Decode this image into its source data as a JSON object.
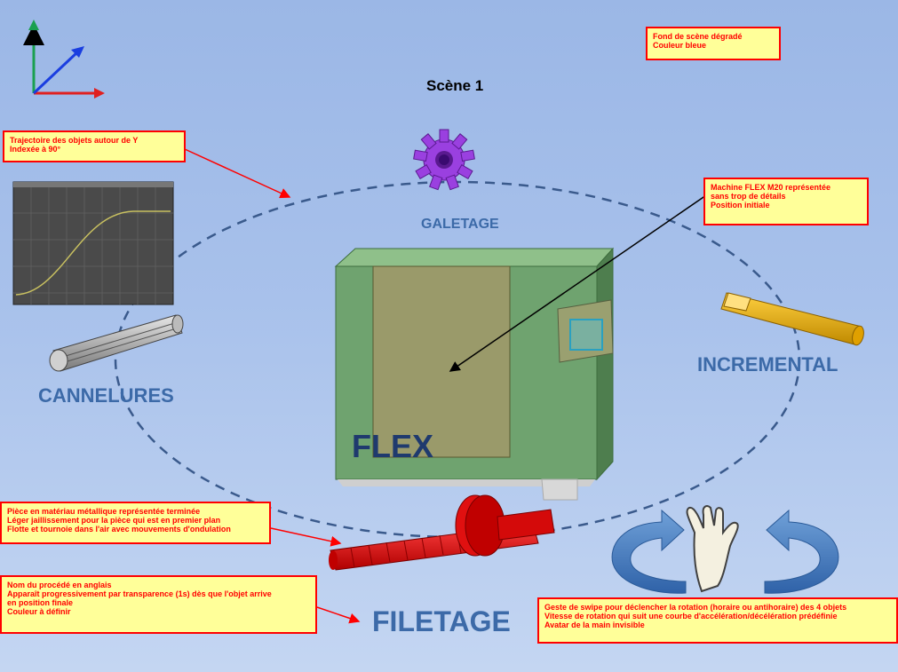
{
  "title": "Scène 1",
  "process_labels": {
    "galetage": "GALETAGE",
    "incremental": "INCREMENTAL",
    "cannelures": "CANNELURES",
    "filetage": "FILETAGE"
  },
  "machine_logo": "FLEX",
  "notes": {
    "background": [
      "Fond de scène dégradé",
      "Couleur bleue"
    ],
    "trajectory": [
      "Trajectoire des objets autour de Y",
      "Indexée à 90°"
    ],
    "machine": [
      "Machine FLEX M20 représentée",
      "sans trop de détails",
      "Position initiale"
    ],
    "part": [
      "Pièce en matériau métallique représentée terminée",
      "Léger jaillissement pour la pièce qui est en premier plan",
      "Flotte et tournoie dans l'air avec mouvements d'ondulation"
    ],
    "process_name": [
      "Nom du procédé en anglais",
      "Apparaît progressivement par transparence (1s) dès que l'objet arrive",
      "en position finale",
      "Couleur à définir"
    ],
    "swipe": [
      "Geste de swipe pour déclencher la rotation (horaire ou antihoraire) des 4 objets",
      "Vitesse de rotation qui suit une courbe d'accélération/décélération prédéfinie",
      "Avatar de la main invisible"
    ]
  },
  "colors": {
    "annotation_border": "#ff0000",
    "annotation_fill": "#ffff99",
    "label_blue": "#3c6aa8",
    "machine_green": "#6fa36f"
  }
}
